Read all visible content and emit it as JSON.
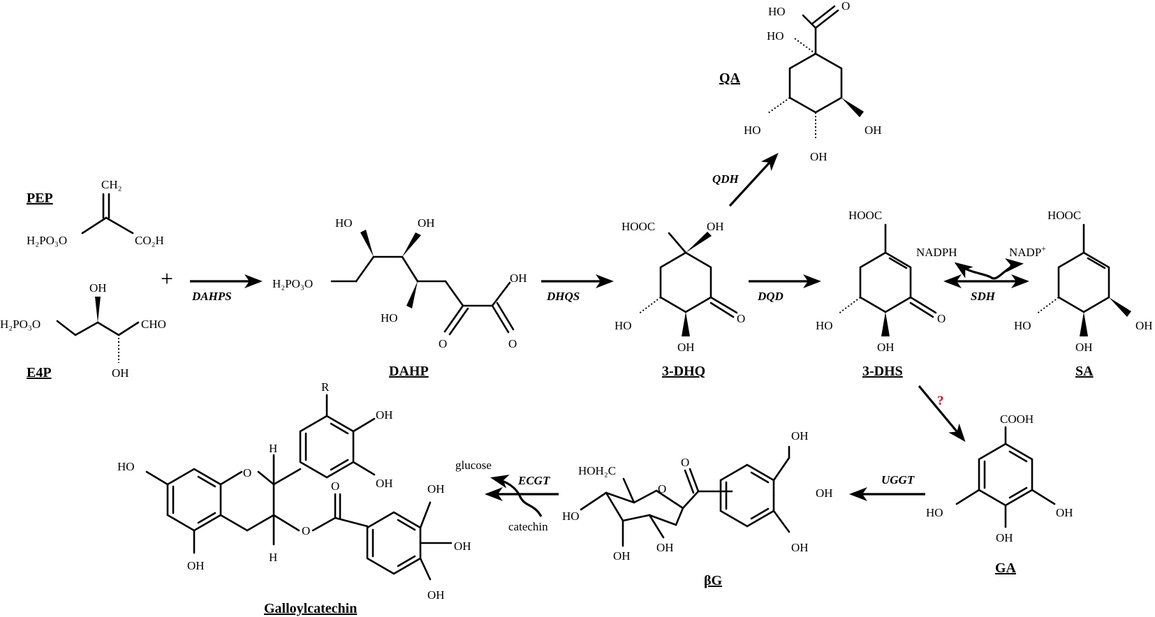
{
  "compounds": {
    "pep": "PEP",
    "e4p": "E4P",
    "dahp": "DAHP",
    "dhq": "3-DHQ",
    "qa": "QA",
    "dhs": "3-DHS",
    "sa": "SA",
    "ga": "GA",
    "bg": "βG",
    "galloylcatechin": "Galloylcatechin"
  },
  "enzymes": {
    "dahps": "DAHPS",
    "dhqs": "DHQS",
    "qdh": "QDH",
    "dqd": "DQD",
    "sdh": "SDH",
    "uggt": "UGGT",
    "ecgt": "ECGT"
  },
  "cofactors": {
    "nadph": "NADPH",
    "nadp": "NADP",
    "nadp_sup": "+",
    "glucose": "glucose",
    "catechin": "catechin"
  },
  "symbols": {
    "plus": "+",
    "unknown": "?"
  },
  "colors": {
    "unknown_step": "#e8001c"
  },
  "atoms": {
    "ch2": "CH₂",
    "h2po3o": "H₂PO₃O",
    "co2h": "CO₂H",
    "oh": "OH",
    "ho": "HO",
    "cho": "CHO",
    "o": "O",
    "hooc": "HOOC",
    "cooh": "COOH",
    "hoh2c": "HOH₂C",
    "h": "H",
    "r": "R"
  }
}
